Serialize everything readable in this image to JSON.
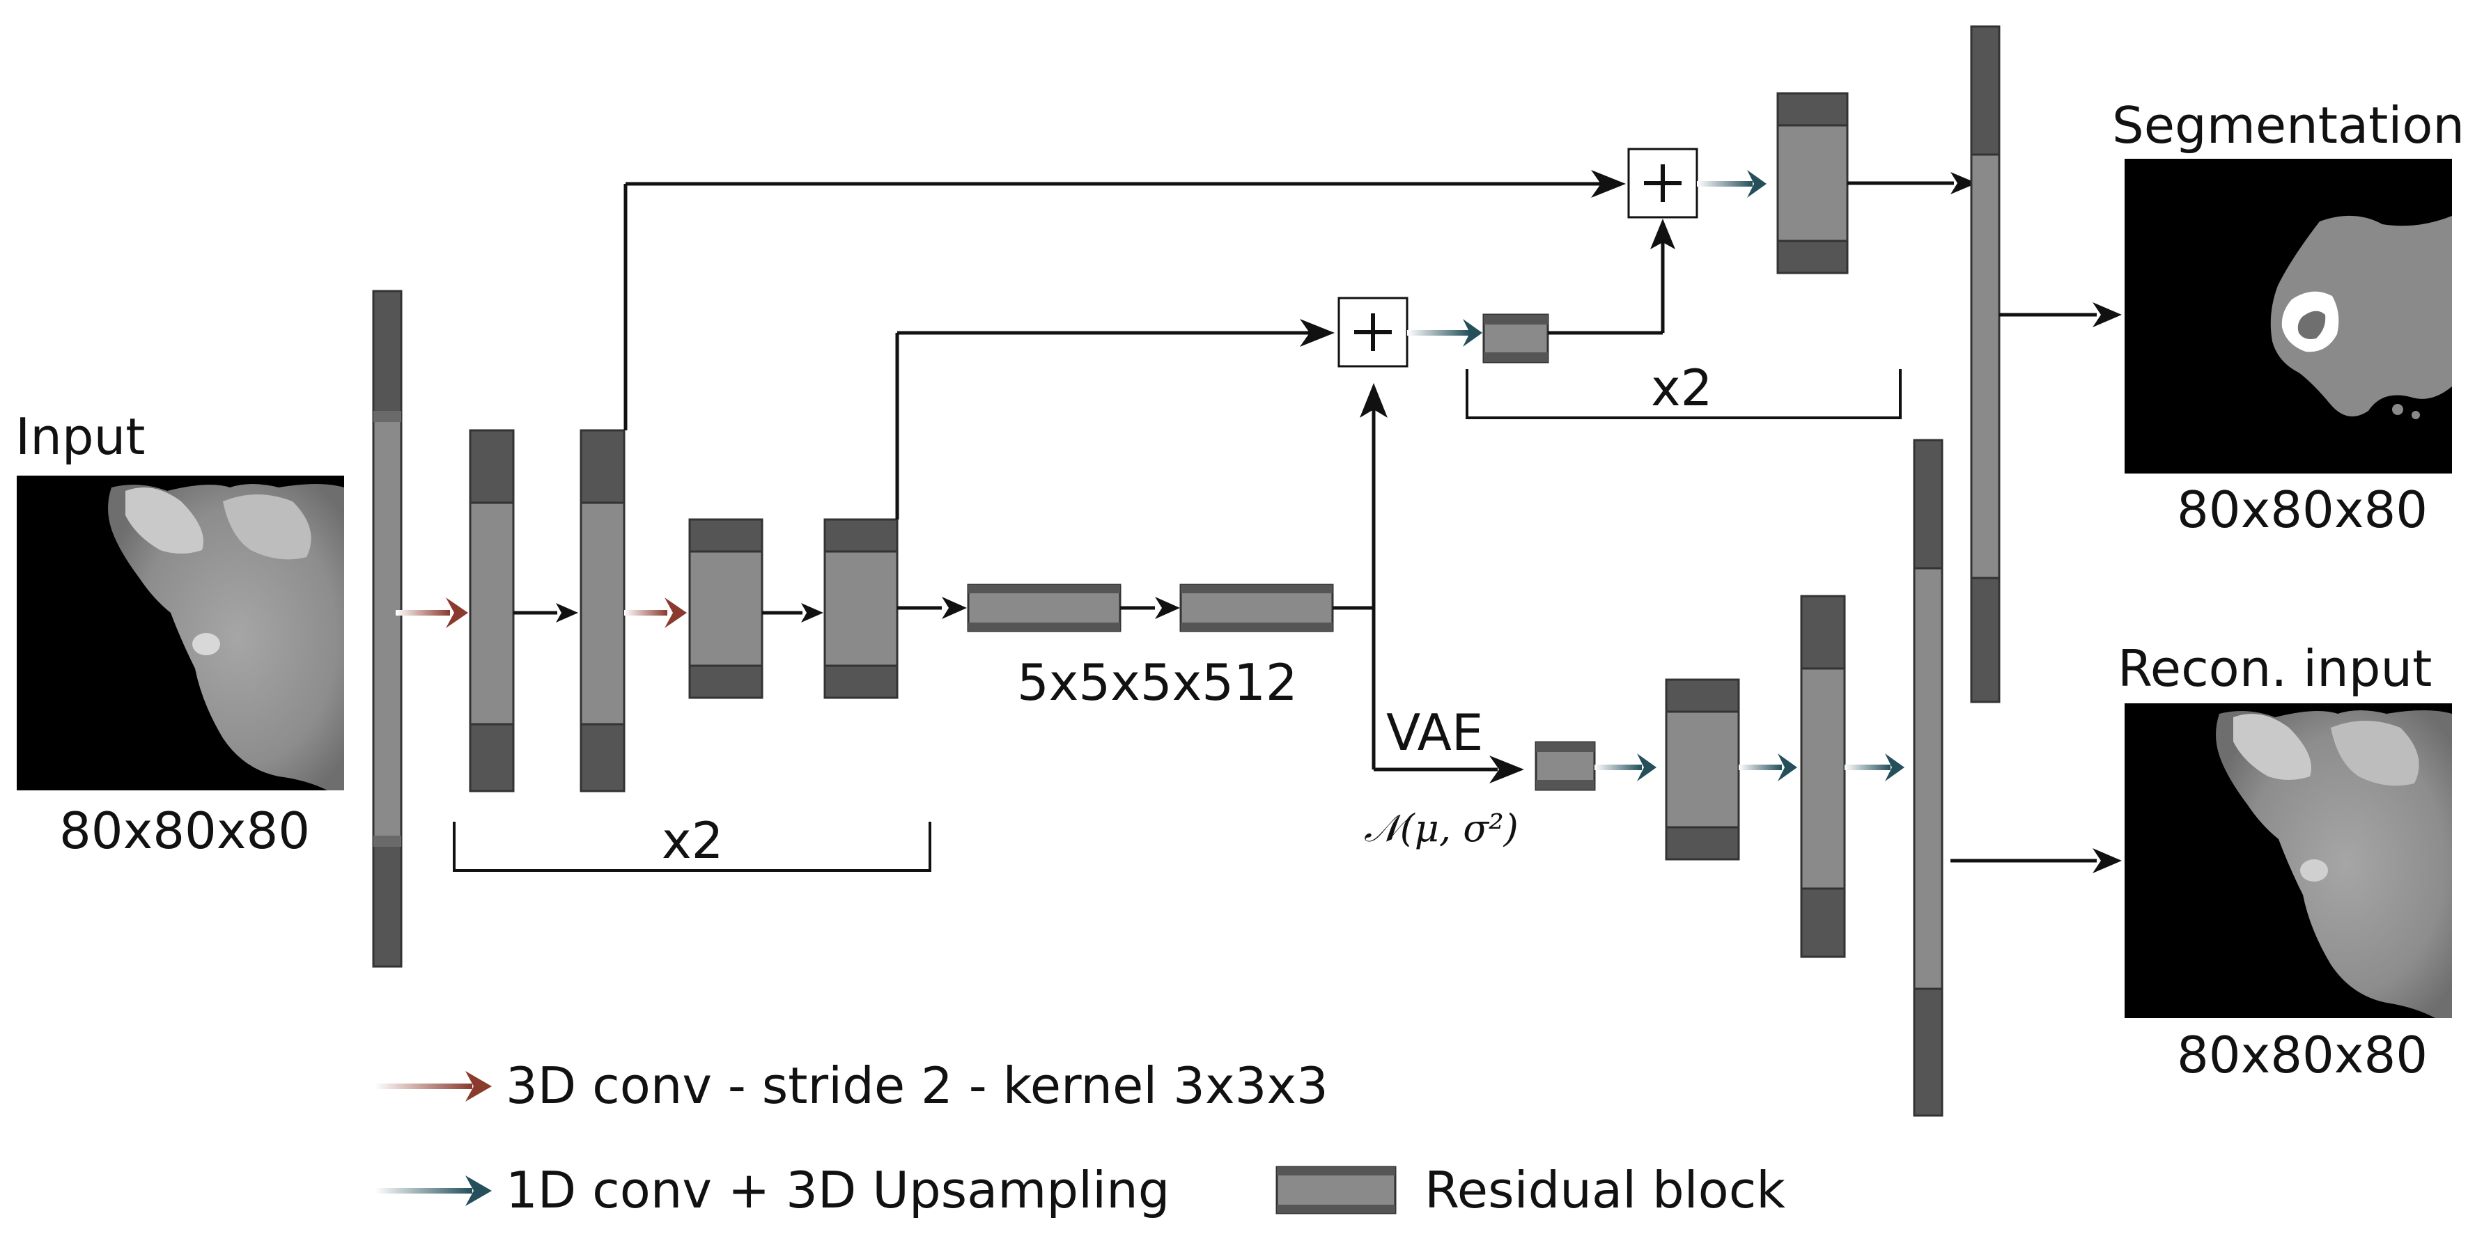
{
  "labels": {
    "input_title": "Input",
    "input_dims": "80x80x80",
    "segmentation_title": "Segmentation",
    "segmentation_dims": "80x80x80",
    "recon_title": "Recon. input",
    "recon_dims": "80x80x80",
    "bottleneck_dims": "5x5x5x512",
    "encoder_repeat": "x2",
    "decoder_repeat": "x2",
    "vae_label": "VAE",
    "vae_distribution": "𝒩(μ, σ²)",
    "sum_symbol": "+"
  },
  "legend": {
    "red_arrow_label": "3D conv - stride 2 - kernel 3x3x3",
    "teal_arrow_label": "1D conv + 3D Upsampling",
    "block_label": "Residual block"
  },
  "colors": {
    "conv_stride_arrow": "#8b3a2e",
    "upsample_arrow": "#244f5b",
    "block_fill": "#8a8a8a",
    "block_band": "#555555",
    "plain_arrow": "#111111"
  },
  "icons": {
    "sum_node": "plus-square-icon",
    "residual_block": "residual-block-icon"
  }
}
